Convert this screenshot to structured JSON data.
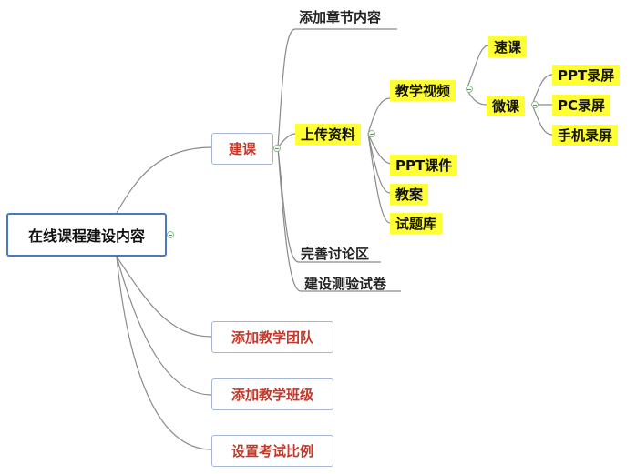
{
  "mindmap": {
    "root": "在线课程建设内容",
    "branches": {
      "jianke": "建课",
      "team": "添加教学团队",
      "class": "添加教学班级",
      "ratio": "设置考试比例"
    },
    "jianke_children": {
      "add_chapter": "添加章节内容",
      "upload": "上传资料",
      "discussion": "完善讨论区",
      "quiz": "建设测验试卷"
    },
    "upload_children": {
      "video": "教学视频",
      "ppt": "PPT课件",
      "lesson_plan": "教案",
      "question_bank": "试题库"
    },
    "video_children": {
      "quick": "速课",
      "micro": "微课"
    },
    "micro_children": {
      "ppt_rec": "PPT录屏",
      "pc_rec": "PC录屏",
      "phone_rec": "手机录屏"
    }
  },
  "colors": {
    "connector": "#8a8a8a",
    "root_border": "#4a78c2",
    "branch_text": "#c0392b",
    "highlight": "#ffff33"
  }
}
